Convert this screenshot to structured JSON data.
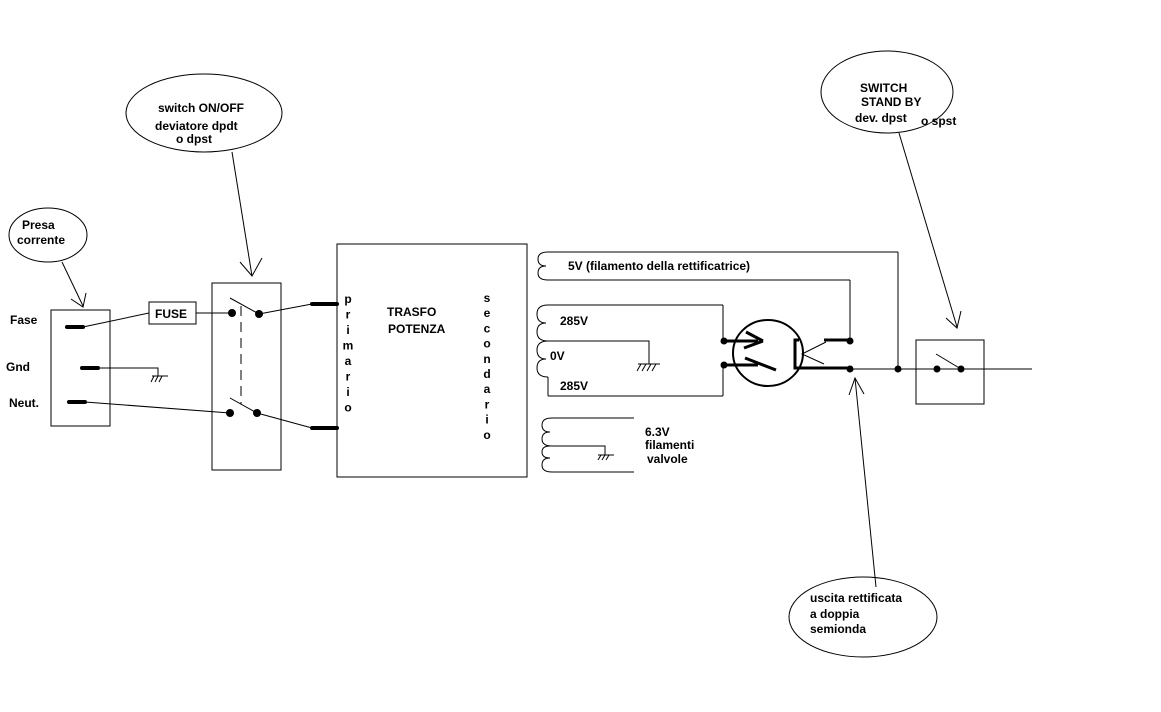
{
  "diagram": {
    "title": "Power supply schematic (tube amp)",
    "callouts": {
      "presa": {
        "line1": "Presa",
        "line2": "corrente"
      },
      "switch_onoff": {
        "line1": "switch ON/OFF",
        "line2": "deviatore dpdt",
        "line3": "o dpst"
      },
      "standby": {
        "line1": "SWITCH",
        "line2": "STAND BY",
        "line3": "dev. dpst",
        "line3b": "o spst"
      },
      "uscita": {
        "line1": "uscita rettificata",
        "line2": "a doppia",
        "line3": "semionda"
      }
    },
    "socket_labels": {
      "fase": "Fase",
      "gnd": "Gnd",
      "neut": "Neut."
    },
    "fuse_label": "FUSE",
    "transformer": {
      "title_line1": "TRASFO",
      "title_line2": "POTENZA",
      "primary_letters": [
        "p",
        "r",
        "i",
        "m",
        "a",
        "r",
        "i",
        "o"
      ],
      "secondary_letters": [
        "s",
        "e",
        "c",
        "o",
        "n",
        "d",
        "a",
        "r",
        "i",
        "o"
      ]
    },
    "windings": {
      "filament_5v": "5V  (filamento della rettificatrice)",
      "hv_top": "285V",
      "center_tap": "0V",
      "hv_bottom": "285V",
      "heater_line1": "6.3V",
      "heater_line2": "filamenti",
      "heater_line3": "valvole"
    }
  }
}
